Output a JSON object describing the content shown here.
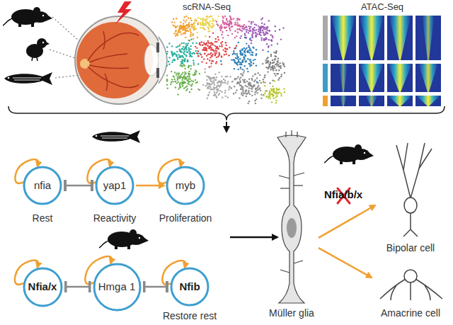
{
  "diagram": {
    "nodes": [
      {
        "text": [
          "nfia"
        ]
      },
      {
        "text": [
          "yap1"
        ]
      },
      {
        "text": [
          "myb"
        ]
      },
      {
        "text": [
          "Nfia/x"
        ]
      },
      {
        "text": [
          "Hmga 1"
        ]
      },
      {
        "text": [
          "Nfib"
        ]
      },
      {
        "text": [
          "Müller glia"
        ]
      },
      {
        "text": [
          "Bipolar cell"
        ]
      },
      {
        "text": [
          "Amacrine cell"
        ]
      }
    ],
    "edges": [
      {
        "from": 0,
        "to": 0,
        "arrow": "to"
      },
      {
        "from": 1,
        "to": 1,
        "arrow": "to"
      },
      {
        "from": 2,
        "to": 2,
        "arrow": "to"
      },
      {
        "from": 0,
        "to": 1,
        "arrow": "both"
      },
      {
        "from": 1,
        "to": 2,
        "arrow": "to"
      },
      {
        "from": 3,
        "to": 3,
        "arrow": "to"
      },
      {
        "from": 4,
        "to": 4,
        "arrow": "to"
      },
      {
        "from": 5,
        "to": 5,
        "arrow": "to"
      },
      {
        "from": 3,
        "to": 4,
        "arrow": "both"
      },
      {
        "from": 4,
        "to": 5,
        "arrow": "both"
      },
      {
        "from": 6,
        "to": 7,
        "arrow": "to"
      },
      {
        "from": 6,
        "to": 8,
        "arrow": "to"
      }
    ],
    "labels": [
      "scRNA-Seq",
      "ATAC-Seq",
      "Rest",
      "Reactivity",
      "Proliferation",
      "Restore rest",
      "Nfia/b/x"
    ]
  }
}
